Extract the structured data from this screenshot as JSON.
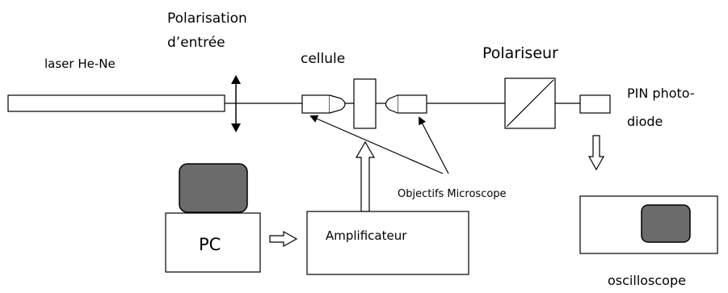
{
  "labels": {
    "laser": "laser He-Ne",
    "polarisation_line1": "Polarisation",
    "polarisation_line2": "d’entrée",
    "cellule": "cellule",
    "polariseur": "Polariseur",
    "pin_line1": "PIN photo-",
    "pin_line2": "diode",
    "objectifs": "Objectifs Microscope",
    "pc": "PC",
    "amplificateur": "Amplificateur",
    "oscilloscope": "oscilloscope"
  },
  "colors": {
    "line": "#000000",
    "screen": "#6b6b6b",
    "background": "#ffffff"
  }
}
